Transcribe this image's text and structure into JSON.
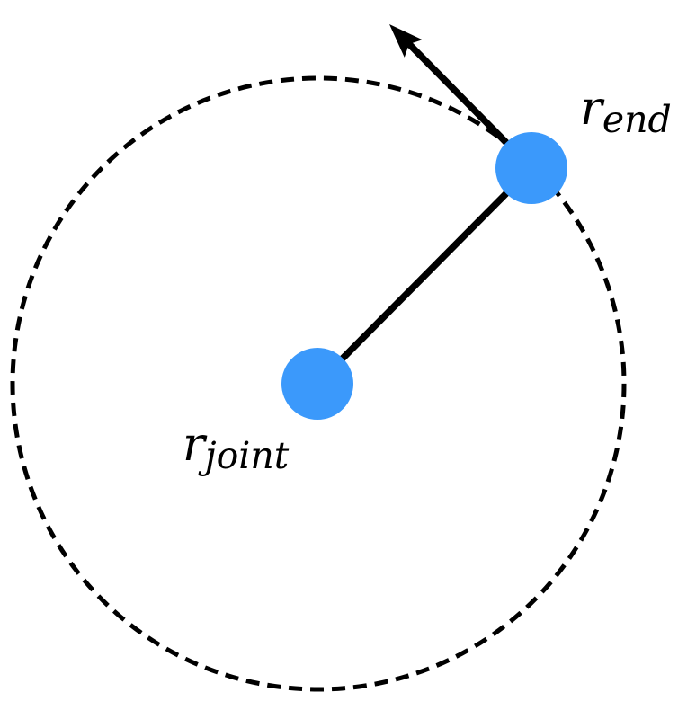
{
  "diagram": {
    "background": "#ffffff",
    "colors": {
      "dot_fill": "#3b99fb",
      "stroke": "#000000"
    },
    "labels": {
      "end": {
        "base": "r",
        "sub": "end"
      },
      "joint": {
        "base": "r",
        "sub": "joint"
      }
    }
  }
}
